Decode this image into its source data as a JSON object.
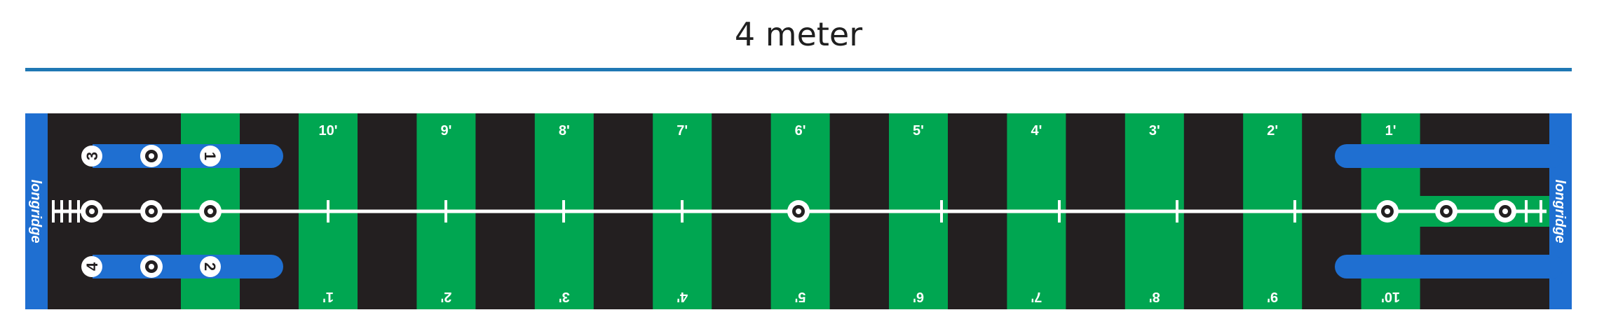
{
  "title": "4 meter",
  "colors": {
    "rule": "#1f78b4",
    "mat_black": "#231f20",
    "stripe_green": "#00a651",
    "edge_blue": "#1f6fd1",
    "line_white": "#ffffff"
  },
  "brand": "longridge",
  "stripes": [
    {
      "top": "10'",
      "bottom": "1'"
    },
    {
      "top": "9'",
      "bottom": "2'"
    },
    {
      "top": "8'",
      "bottom": "3'"
    },
    {
      "top": "7'",
      "bottom": "4'"
    },
    {
      "top": "6'",
      "bottom": "5'"
    },
    {
      "top": "5'",
      "bottom": "6'"
    },
    {
      "top": "4'",
      "bottom": "7'"
    },
    {
      "top": "3'",
      "bottom": "8'"
    },
    {
      "top": "2'",
      "bottom": "9'"
    },
    {
      "top": "1'",
      "bottom": "10'"
    }
  ],
  "left_markers": {
    "top": [
      "3",
      "1"
    ],
    "bottom": [
      "4",
      "2"
    ]
  }
}
